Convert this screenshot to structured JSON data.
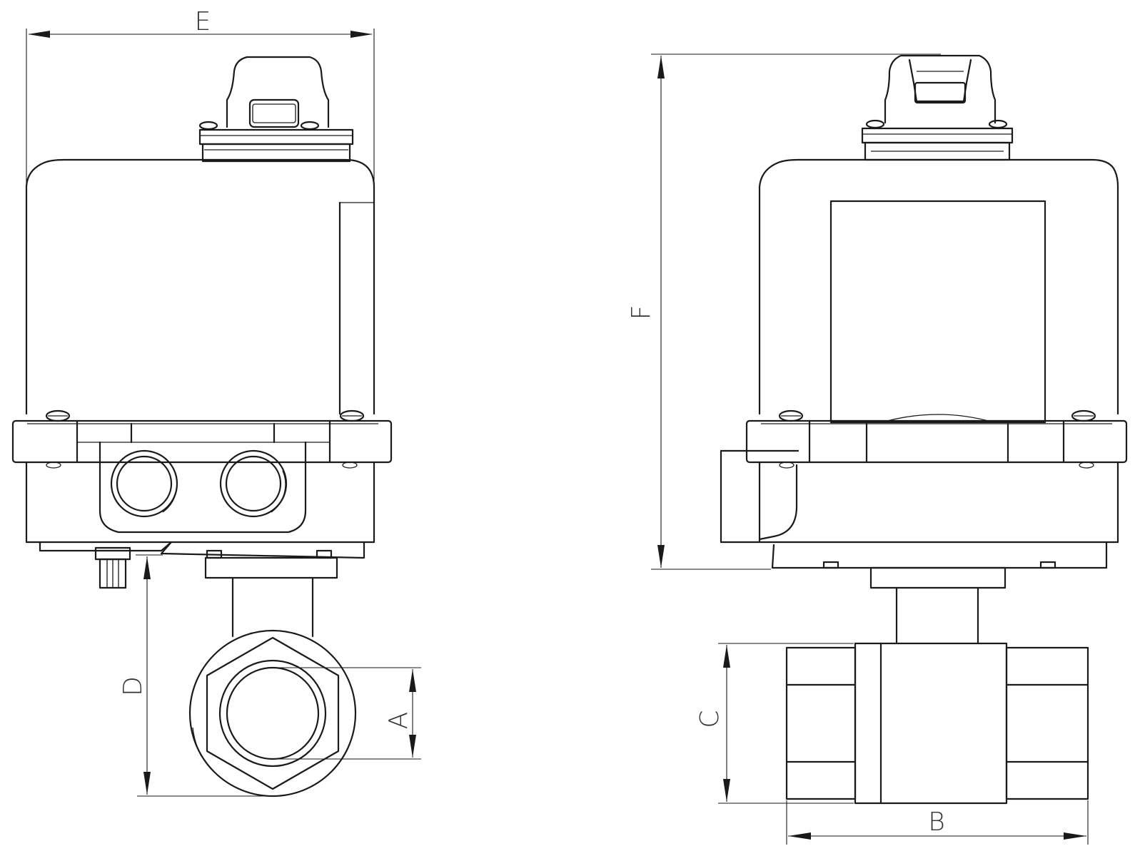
{
  "drawing": {
    "dimension_labels": {
      "A": "A",
      "B": "B",
      "C": "C",
      "D": "D",
      "E": "E",
      "F": "F"
    }
  }
}
